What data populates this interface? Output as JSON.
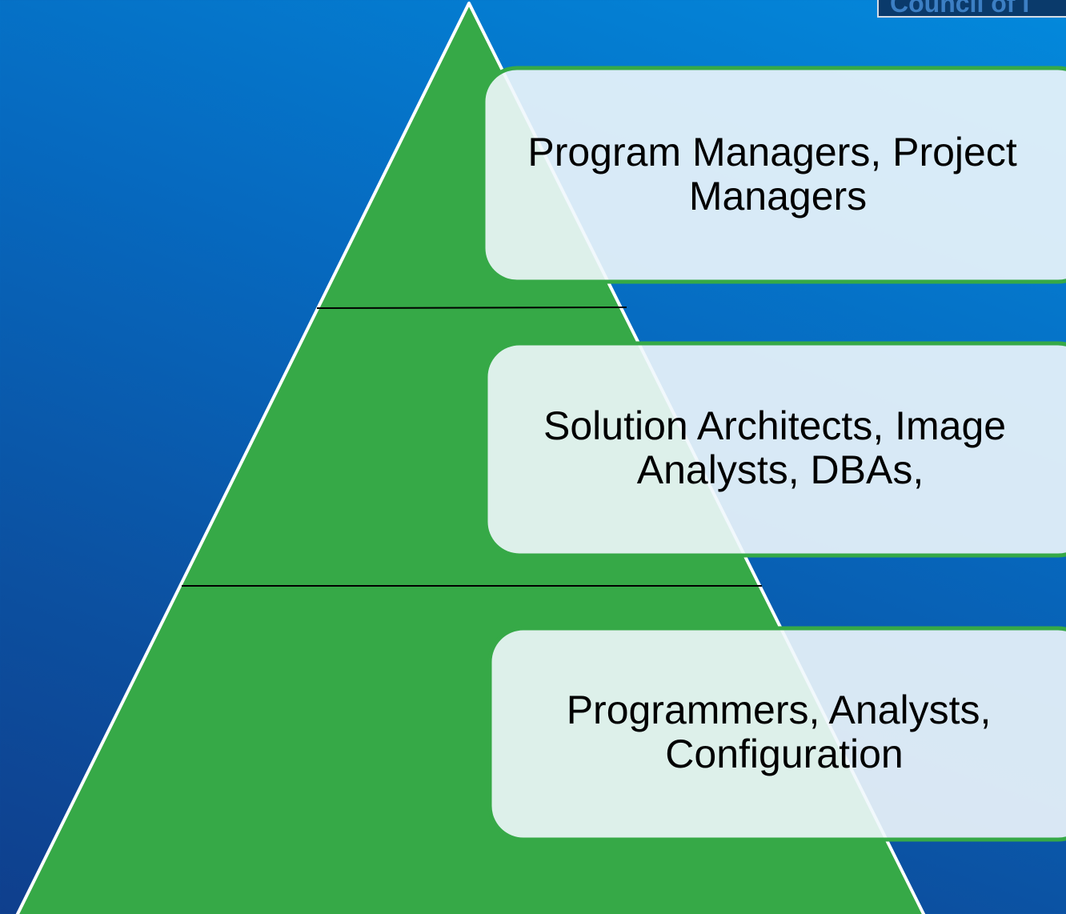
{
  "logo": {
    "text": "Council of I"
  },
  "colors": {
    "pyramid_fill": "#36a947",
    "pyramid_outline": "#ffffff",
    "box_fill": "#f0f7fc",
    "divider": "#000000"
  },
  "tiers": [
    {
      "line1": "Program Managers, Project",
      "line2": "Managers"
    },
    {
      "line1": "Solution Architects, Image",
      "line2": "Analysts, DBAs,"
    },
    {
      "line1": "Programmers, Analysts,",
      "line2": "Configuration"
    }
  ]
}
